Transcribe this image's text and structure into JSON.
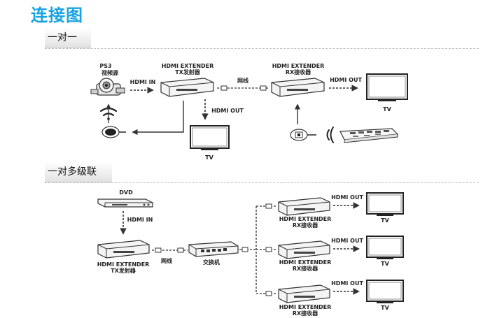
{
  "title": "连接图",
  "sections": [
    {
      "label": "一对一"
    },
    {
      "label": "一对多级联"
    }
  ],
  "labels": {
    "ps3": "PS3",
    "video_source": "视频源",
    "hdmi_in": "HDMI IN",
    "hdmi_out": "HDMI OUT",
    "hdmi_extender": "HDMI EXTENDER",
    "tx": "TX发射器",
    "rx": "RX接收器",
    "cable": "网线",
    "tv": "TV",
    "dvd": "DVD",
    "switch": "交换机"
  }
}
